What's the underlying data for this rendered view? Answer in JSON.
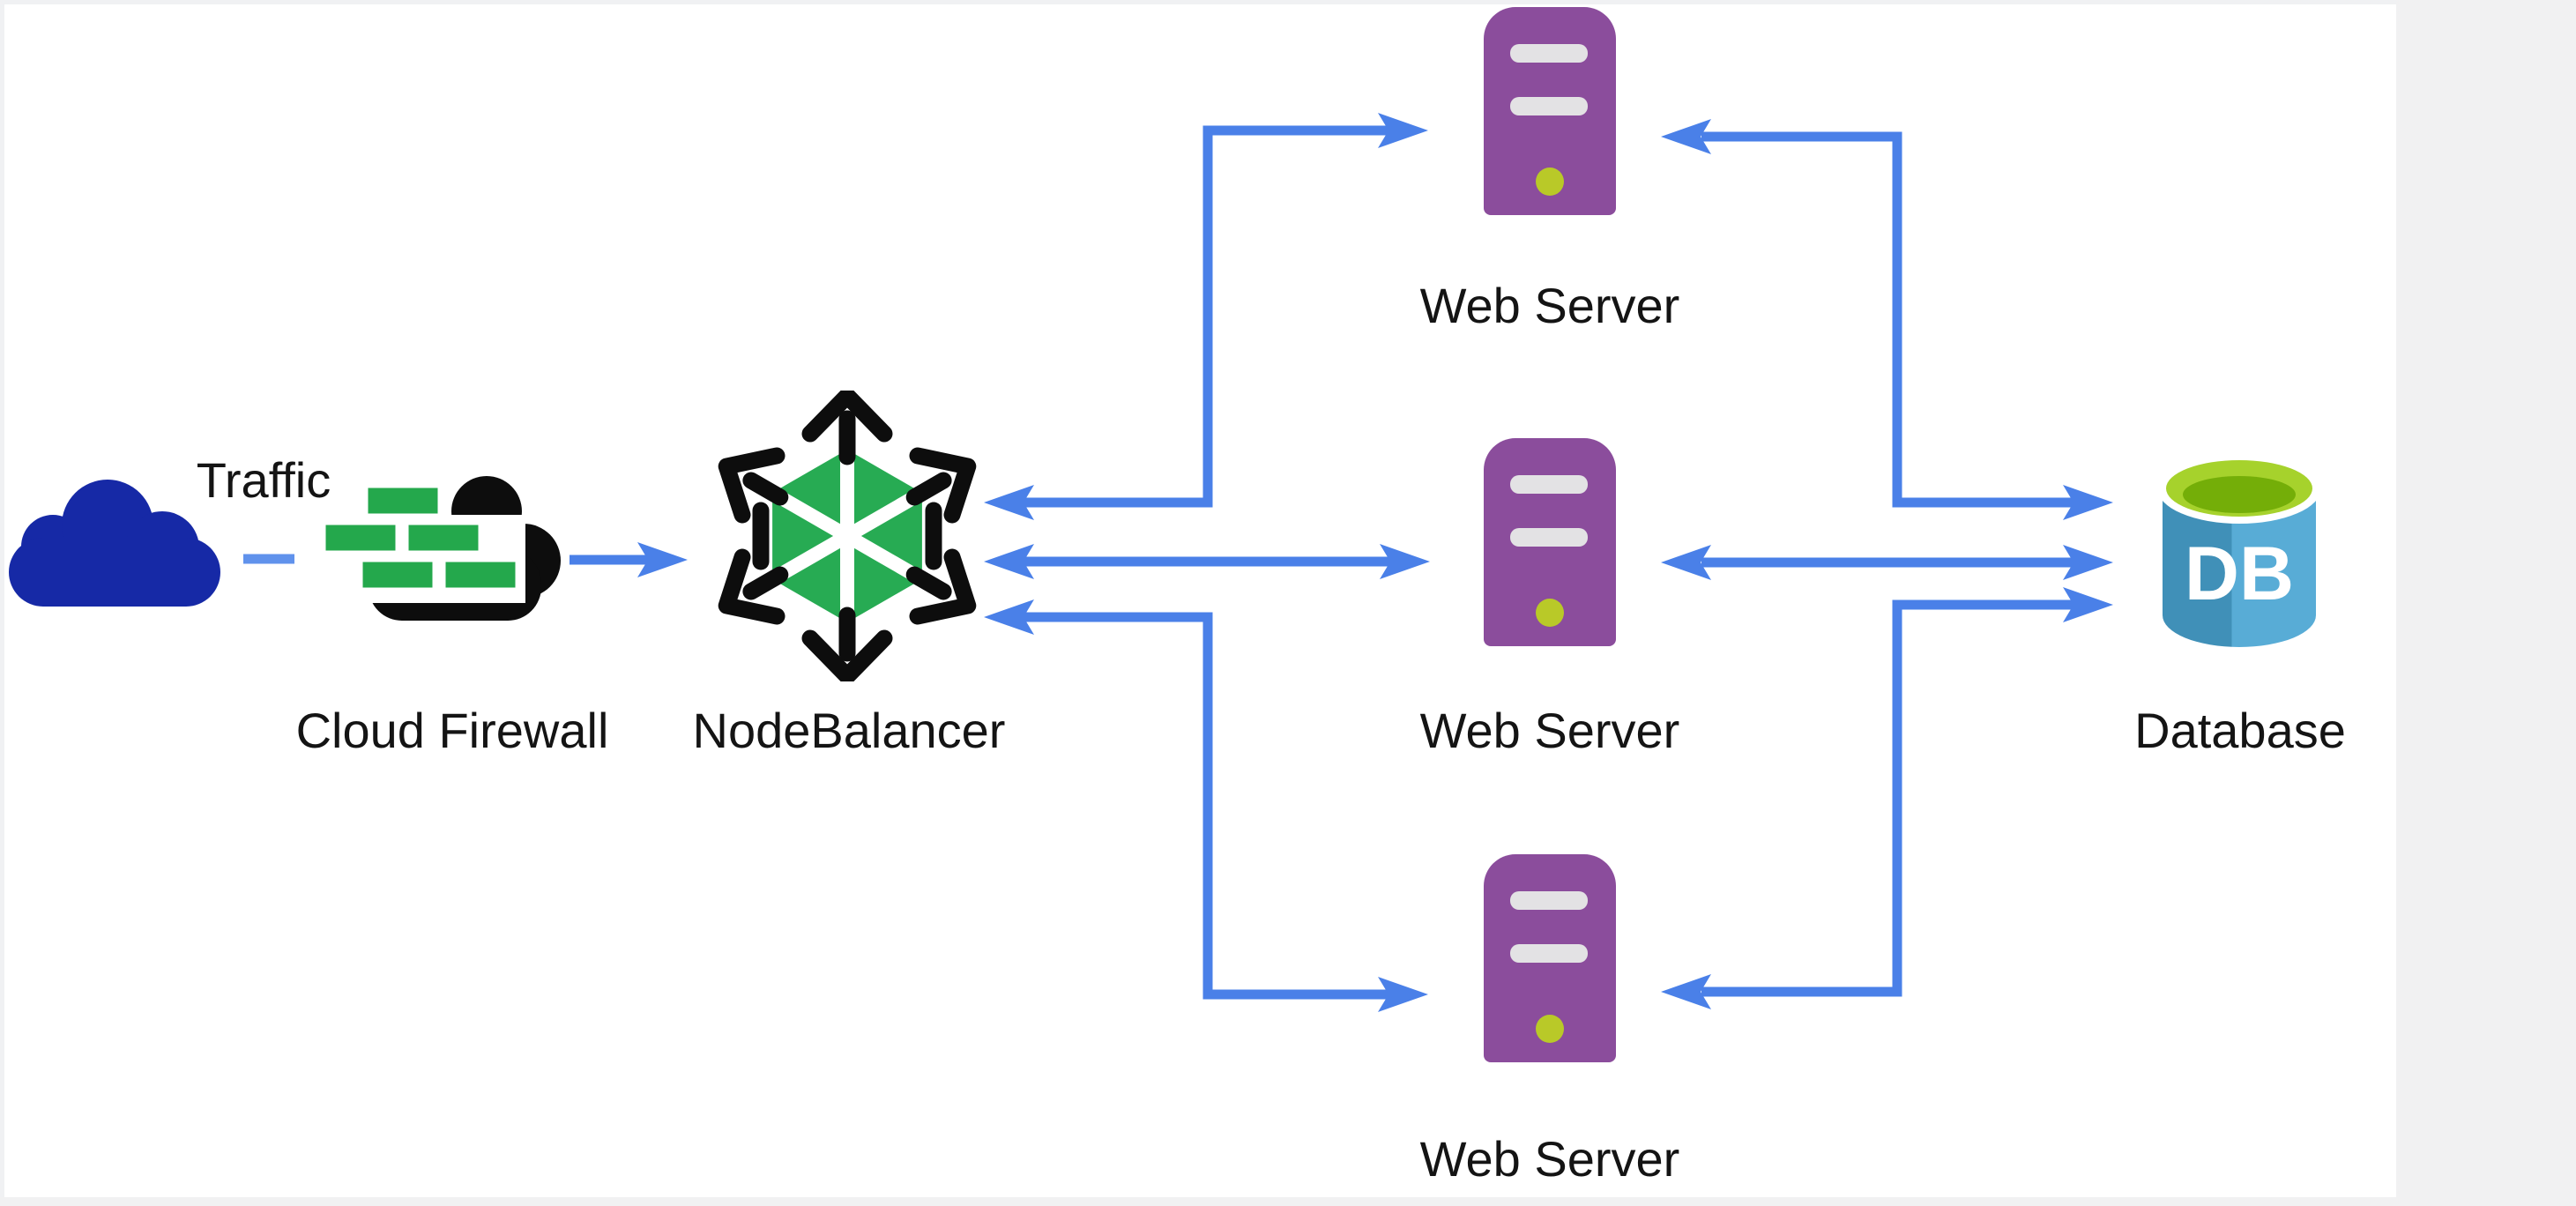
{
  "nodes": {
    "traffic_cloud": {
      "label": "Traffic"
    },
    "cloud_firewall": {
      "label": "Cloud Firewall"
    },
    "nodebalancer": {
      "label": "NodeBalancer"
    },
    "web_server_1": {
      "label": "Web Server"
    },
    "web_server_2": {
      "label": "Web Server"
    },
    "web_server_3": {
      "label": "Web Server"
    },
    "database": {
      "label": "Database",
      "badge": "DB"
    }
  },
  "edges": [
    {
      "from": "traffic_cloud",
      "to": "cloud_firewall",
      "style": "dashed",
      "arrows": "none"
    },
    {
      "from": "cloud_firewall",
      "to": "nodebalancer",
      "style": "solid",
      "arrows": "forward"
    },
    {
      "from": "nodebalancer",
      "to": "web_server_1",
      "style": "solid",
      "arrows": "both"
    },
    {
      "from": "nodebalancer",
      "to": "web_server_2",
      "style": "solid",
      "arrows": "both"
    },
    {
      "from": "nodebalancer",
      "to": "web_server_3",
      "style": "solid",
      "arrows": "both"
    },
    {
      "from": "web_server_1",
      "to": "database",
      "style": "solid",
      "arrows": "both"
    },
    {
      "from": "web_server_2",
      "to": "database",
      "style": "solid",
      "arrows": "both"
    },
    {
      "from": "web_server_3",
      "to": "database",
      "style": "solid",
      "arrows": "both"
    }
  ],
  "colors": {
    "arrow_blue": "#4a80e8",
    "dash_blue": "#6092ec",
    "traffic_cloud_blue": "#1629a6",
    "firewall_black": "#0d0d0d",
    "firewall_brick_green": "#24a84c",
    "nodebalancer_black": "#0d0d0d",
    "nodebalancer_green": "#27ab53",
    "server_purple": "#8b4d9c",
    "server_slot_gray": "#e3e2e4",
    "server_led_green": "#b9c928",
    "db_body_dark": "#4090b8",
    "db_body_light": "#58acd6",
    "db_top_bright_green": "#a6d22c",
    "db_top_dark_green": "#74ae08",
    "label_black": "#141414",
    "page_gray": "#f1f1f2",
    "canvas_white": "#ffffff"
  }
}
